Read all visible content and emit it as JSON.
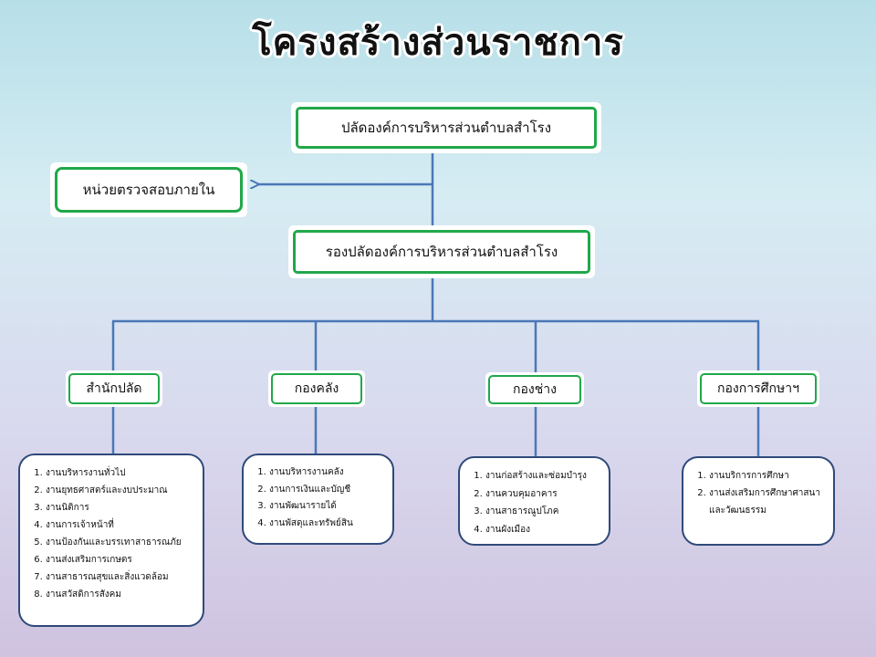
{
  "title": "โครงสร้างส่วนราชการ",
  "chief": "ปลัดองค์การบริหารส่วนตำบลสำโรง",
  "audit": "หน่วยตรวจสอบภายใน",
  "deputy": "รองปลัดองค์การบริหารส่วนตำบลสำโรง",
  "departments": [
    {
      "name": "สำนักปลัด",
      "tasks": [
        "งานบริหารงานทั่วไป",
        "งานยุทธศาสตร์และงบประมาณ",
        "งานนิติการ",
        "งานการเจ้าหน้าที่",
        "งานป้องกันและบรรเทาสาธารณภัย",
        "งานส่งเสริมการเกษตร",
        "งานสาธารณสุขและสิ่งแวดล้อม",
        "งานสวัสดิการสังคม"
      ]
    },
    {
      "name": "กองคลัง",
      "tasks": [
        "งานบริหารงานคลัง",
        "งานการเงินและบัญชี",
        "งานพัฒนารายได้",
        "งานพัสดุและทรัพย์สิน"
      ]
    },
    {
      "name": "กองช่าง",
      "tasks": [
        "งานก่อสร้างและซ่อมบำรุง",
        "งานควบคุมอาคาร",
        "งานสาธารณูปโภค",
        "งานผังเมือง"
      ]
    },
    {
      "name": "กองการศึกษาฯ",
      "tasks": [
        "งานบริการการศึกษา",
        "งานส่งเสริมการศึกษาศาสนาและวัฒนธรรม"
      ]
    }
  ],
  "colors": {
    "box_border": "#20a84a",
    "connector": "#4a78b8",
    "list_border": "#2f4a7a"
  }
}
